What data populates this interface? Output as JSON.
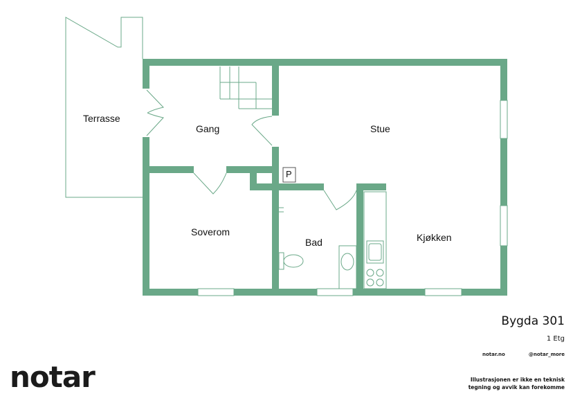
{
  "rooms": {
    "terrasse": "Terrasse",
    "gang": "Gang",
    "stue": "Stue",
    "soverom": "Soverom",
    "bad": "Bad",
    "kjokken": "Kjøkken",
    "p": "P"
  },
  "info": {
    "title": "Bygda 301",
    "floor": "1 Etg",
    "website": "notar.no",
    "social": "@notar_more",
    "disclaimer_1": "Illustrasjonen er ikke en teknisk",
    "disclaimer_2": "tegning og avvik kan forekomme"
  },
  "logo": "notar",
  "colors": {
    "wall": "#6aa888",
    "line": "#6aa888"
  }
}
